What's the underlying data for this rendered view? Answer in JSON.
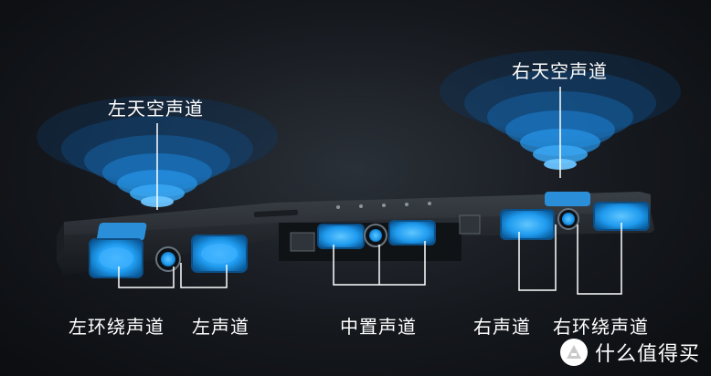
{
  "labels": {
    "top_left": "左天空声道",
    "top_right": "右天空声道",
    "left_surround": "左环绕声道",
    "left": "左声道",
    "center": "中置声道",
    "right": "右声道",
    "right_surround": "右环绕声道"
  },
  "watermark": {
    "text": "什么值得买",
    "icon": "zhi-badge-icon"
  },
  "colors": {
    "driver_blue": "#2aa6ff",
    "wave_blue": "#1e7fd6",
    "body_dark": "#23272c"
  }
}
